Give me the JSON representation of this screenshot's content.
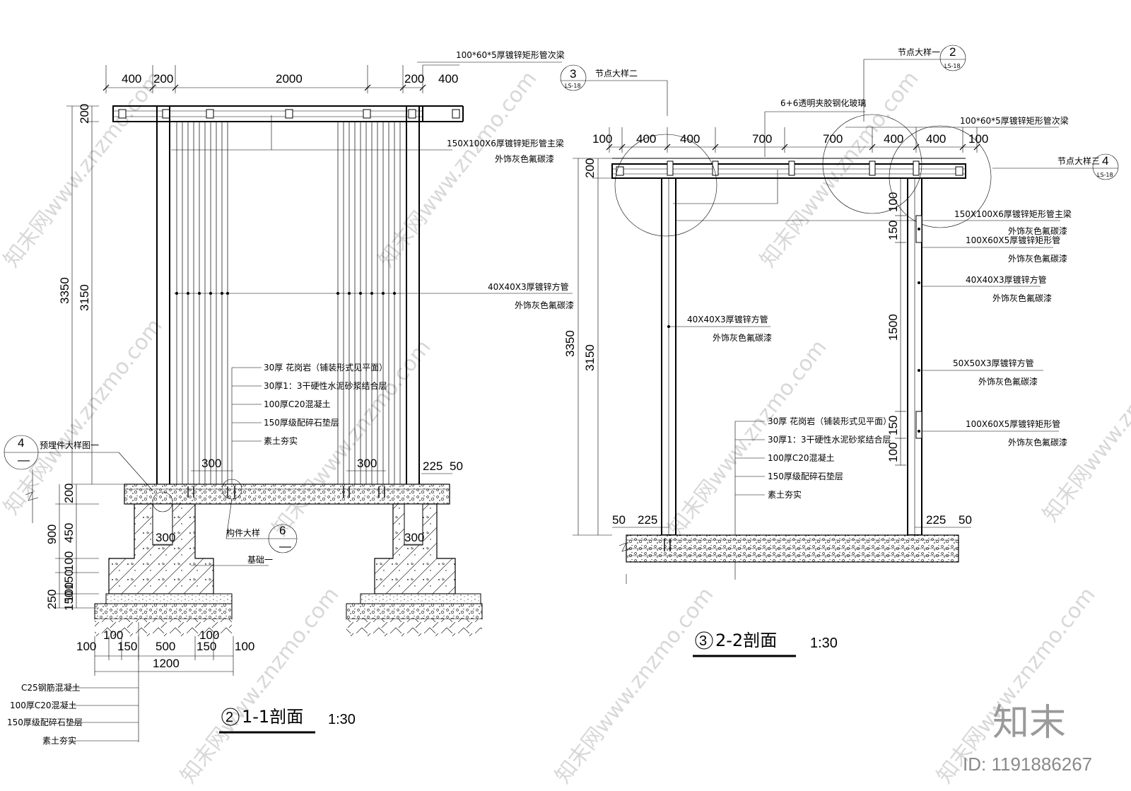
{
  "section1": {
    "title": "1-1剖面",
    "number": "2",
    "scale": "1:30",
    "dims_top": [
      "400",
      "200",
      "2000",
      "200",
      "400"
    ],
    "dims_left_outer": "3350",
    "dims_left_inner": "3150",
    "dim_200": "200",
    "dims_foundation": [
      "200",
      "450",
      "900",
      "100",
      "150",
      "250",
      "150",
      "100"
    ],
    "dims_bottom": [
      "100",
      "100",
      "150",
      "500",
      "150",
      "100",
      "100"
    ],
    "dim_total_bottom": "1200",
    "dim_300a": "300",
    "dim_300b": "300",
    "dim_300c": "300",
    "dim_300d": "300",
    "dim_225": "225",
    "dim_50": "50",
    "labels": {
      "secondary_beam": "100*60*5厚镀锌矩形管次梁",
      "main_beam": "150X100X6厚镀锌矩形管主梁",
      "main_beam_finish": "外饰灰色氟碳漆",
      "square_tube": "40X40X3厚镀锌方管",
      "square_tube_finish": "外饰灰色氟碳漆",
      "layer1": "30厚 花岗岩（铺装形式见平面）",
      "layer2": "30厚1：3干硬性水泥砂浆结合层",
      "layer3": "100厚C20混凝土",
      "layer4": "150厚级配碎石垫层",
      "layer5": "素土夯实",
      "embed_detail": "预埋件大样图一",
      "component_detail": "构件大样",
      "foundation": "基础一",
      "found1": "C25钢筋混凝土",
      "found2": "100厚C20混凝土",
      "found3": "150厚级配碎石垫层",
      "found4": "素土夯实"
    },
    "bubble_left": {
      "top": "4",
      "bottom": "—"
    },
    "bubble_comp": {
      "top": "6",
      "bottom": "—"
    }
  },
  "section2": {
    "title": "2-2剖面",
    "number": "3",
    "scale": "1:30",
    "dims_top": [
      "100",
      "400",
      "400",
      "700",
      "700",
      "400",
      "400",
      "100"
    ],
    "dims_left_outer": "3350",
    "dims_left_inner": "3150",
    "dim_200": "200",
    "dims_right": [
      "100",
      "150",
      "1500",
      "150",
      "100"
    ],
    "dim_50l": "50",
    "dim_225l": "225",
    "dim_225r": "225",
    "dim_50r": "50",
    "labels": {
      "node1": "节点大样一",
      "node2": "节点大样二",
      "node3": "节点大样三",
      "glass": "6+6透明夹胶钢化玻璃",
      "secondary_beam": "100*60*5厚镀锌矩形管次梁",
      "main_beam": "150X100X6厚镀锌矩形管主梁",
      "main_beam_finish": "外饰灰色氟碳漆",
      "rect_tube1": "100X60X5厚镀锌矩形管",
      "rect_tube1_finish": "外饰灰色氟碳漆",
      "sq40": "40X40X3厚镀锌方管",
      "sq40_finish": "外饰灰色氟碳漆",
      "sq40_left": "40X40X3厚镀锌方管",
      "sq40_left_finish": "外饰灰色氟碳漆",
      "sq50": "50X50X3厚镀锌方管",
      "sq50_finish": "外饰灰色氟碳漆",
      "rect_tube2": "100X60X5厚镀锌矩形管",
      "rect_tube2_finish": "外饰灰色氟碳漆",
      "layer1": "30厚 花岗岩（铺装形式见平面）",
      "layer2": "30厚1：3干硬性水泥砂浆结合层",
      "layer3": "100厚C20混凝土",
      "layer4": "150厚级配碎石垫层",
      "layer5": "素土夯实"
    },
    "bubble_node1": {
      "top": "2",
      "bottom": "LS-18"
    },
    "bubble_node2": {
      "top": "3",
      "bottom": "LS-18"
    },
    "bubble_node3": {
      "top": "4",
      "bottom": "LS-18"
    }
  },
  "watermark": {
    "text": "知末网www.znzmo.com",
    "logo": "知末",
    "id": "ID: 1191886267"
  }
}
